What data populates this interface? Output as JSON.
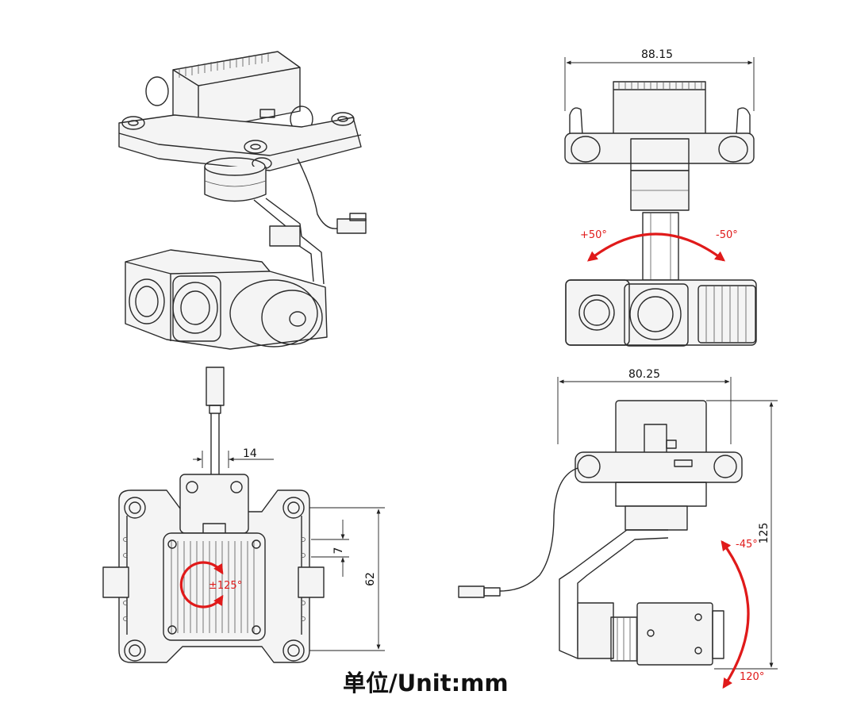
{
  "dimensions": {
    "top_width": "88.15",
    "bottom_width": "80.25",
    "cable_offset": "14",
    "slot_spacing": "7",
    "mount_height": "62",
    "total_height": "125"
  },
  "angles": {
    "roll_left": "+50°",
    "roll_right": "-50°",
    "yaw": "±125°",
    "pitch_up": "-45°",
    "pitch_down": "120°"
  },
  "unit_label": "单位/Unit:mm",
  "colors": {
    "annotation": "#e01a1a",
    "line": "#2a2a2a"
  }
}
